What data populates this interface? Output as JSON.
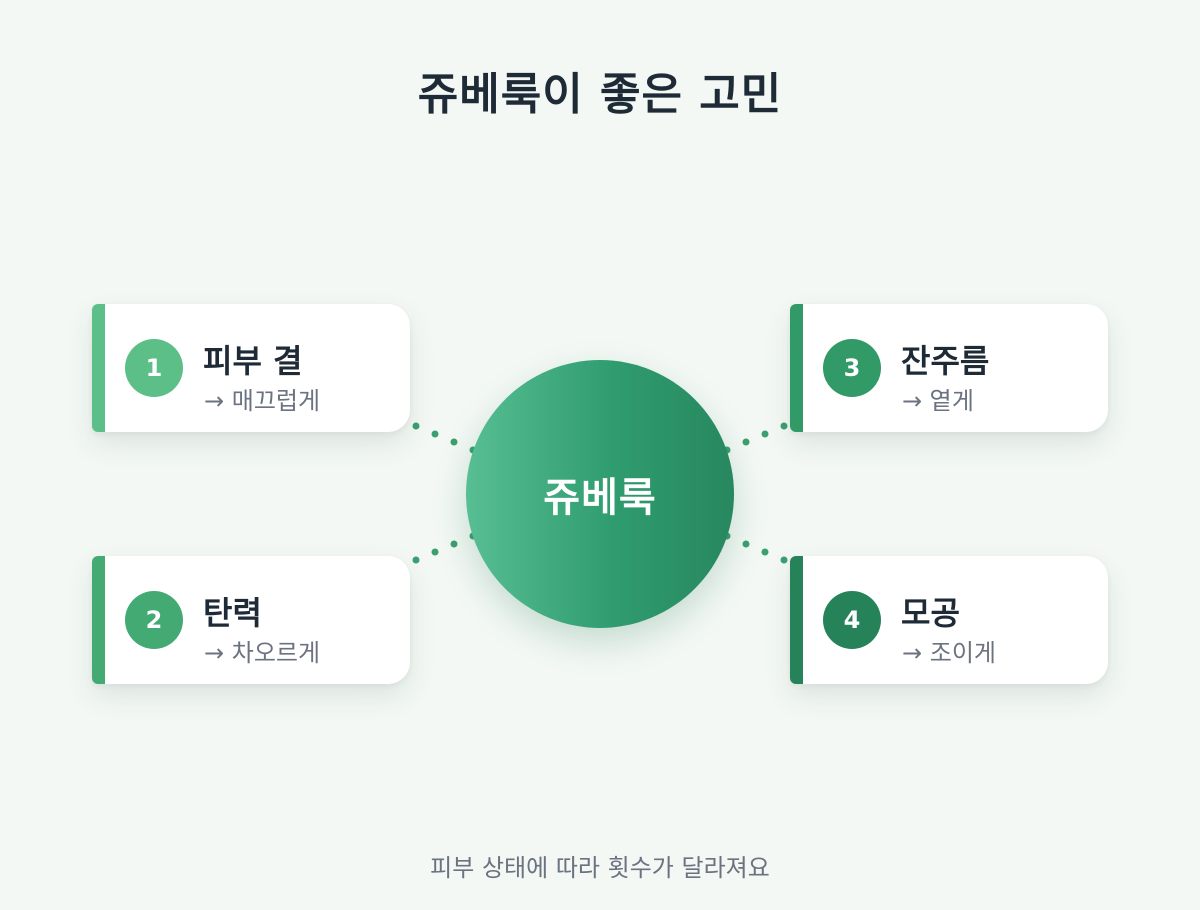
{
  "title": "쥬베룩이 좋은 고민",
  "hub": {
    "label": "쥬베룩"
  },
  "cards": [
    {
      "number": "1",
      "title": "피부 결",
      "subtitle": "→ 매끄럽게",
      "color": "#5cbf88"
    },
    {
      "number": "2",
      "title": "탄력",
      "subtitle": "→ 차오르게",
      "color": "#43aa74"
    },
    {
      "number": "3",
      "title": "잔주름",
      "subtitle": "→ 옅게",
      "color": "#319a66"
    },
    {
      "number": "4",
      "title": "모공",
      "subtitle": "→ 조이게",
      "color": "#268259"
    }
  ],
  "footer": "피부 상태에 따라 횟수가 달라져요"
}
